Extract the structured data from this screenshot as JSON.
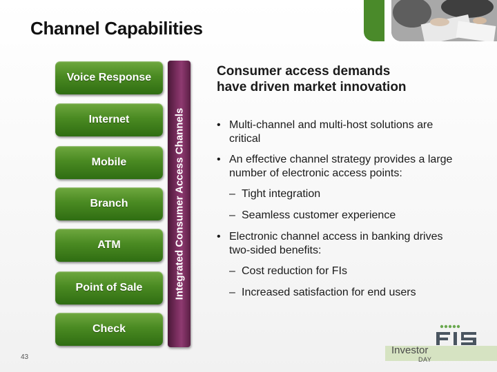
{
  "slide": {
    "title": "Channel Capabilities",
    "page_number": "43"
  },
  "channels": [
    "Voice Response",
    "Internet",
    "Mobile",
    "Branch",
    "ATM",
    "Point of Sale",
    "Check"
  ],
  "vertical_label": "Integrated Consumer Access Channels",
  "content": {
    "heading_line1": "Consumer access demands",
    "heading_line2": "have driven market innovation",
    "bullets": [
      {
        "text": "Multi-channel and multi-host solutions are critical",
        "sub": []
      },
      {
        "text": "An effective channel strategy provides a large number of electronic access points:",
        "sub": [
          "Tight integration",
          "Seamless customer experience"
        ]
      },
      {
        "text": "Electronic channel access in banking drives two-sided benefits:",
        "sub": [
          "Cost reduction for FIs",
          "Increased satisfaction for end users"
        ]
      }
    ]
  },
  "branding": {
    "logo_text": "FIS",
    "event_line1": "Investor",
    "event_line2": "DAY"
  },
  "colors": {
    "channel_green": "#4a8a22",
    "bar_purple": "#7a2e5f",
    "brand_green": "#4a8a2a"
  }
}
